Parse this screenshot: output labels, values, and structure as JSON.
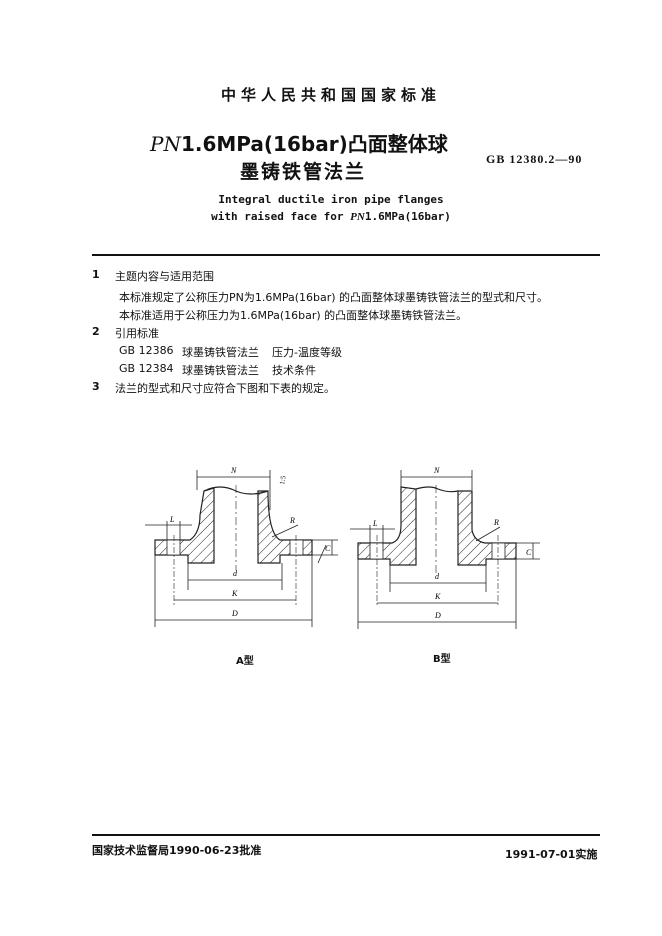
{
  "header": {
    "national_standard": "中华人民共和国国家标准",
    "title_line1_italic": "PN",
    "title_line1_rest": "1.6MPa(16bar)凸面整体球",
    "title_line2": "墨铸铁管法兰",
    "standard_code": "GB 12380.2—90",
    "english_line1": "Integral ductile iron pipe flanges",
    "english_line2_prefix": "with raised face for ",
    "english_line2_italic": "PN",
    "english_line2_suffix": "1.6MPa(16bar)"
  },
  "sections": [
    {
      "number": "1",
      "heading": "主题内容与适用范围",
      "paragraphs": [
        "本标准规定了公称压力PN为1.6MPa(16bar) 的凸面整体球墨铸铁管法兰的型式和尺寸。",
        "本标准适用于公称压力为1.6MPa(16bar) 的凸面整体球墨铸铁管法兰。"
      ]
    },
    {
      "number": "2",
      "heading": "引用标准",
      "references": [
        {
          "code": "GB 12386",
          "title": "球墨铸铁管法兰",
          "subtitle": "压力-温度等级"
        },
        {
          "code": "GB 12384",
          "title": "球墨铸铁管法兰",
          "subtitle": "技术条件"
        }
      ]
    },
    {
      "number": "3",
      "heading": "法兰的型式和尺寸应符合下图和下表的规定。"
    }
  ],
  "figures": {
    "labels": {
      "N": "N",
      "R": "R",
      "L": "L",
      "C": "C",
      "d": "d",
      "K": "K",
      "D": "D",
      "taper": "1:5"
    },
    "type_a_caption": "A型",
    "type_b_caption": "B型"
  },
  "footer": {
    "approval": "国家技术监督局1990-06-23批准",
    "implementation": "1991-07-01实施"
  }
}
